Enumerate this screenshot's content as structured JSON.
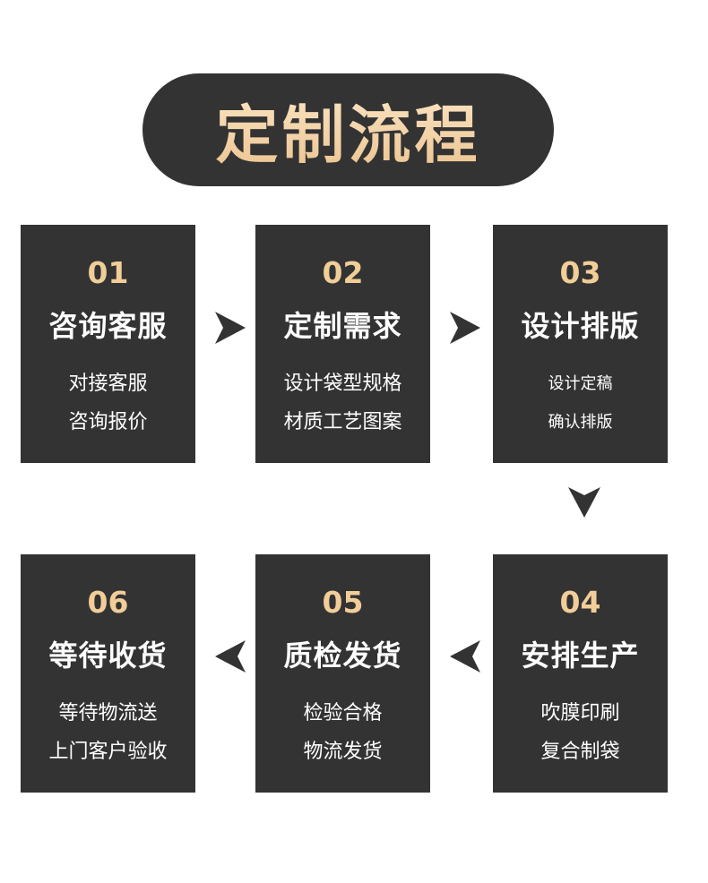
{
  "title": "定制流程",
  "steps": [
    {
      "num": "01",
      "heading": "咨询客服",
      "line1": "对接客服",
      "line2": "咨询报价"
    },
    {
      "num": "02",
      "heading": "定制需求",
      "line1": "设计袋型规格",
      "line2": "材质工艺图案"
    },
    {
      "num": "03",
      "heading": "设计排版",
      "line1": "设计定稿",
      "line2": "确认排版"
    },
    {
      "num": "04",
      "heading": "安排生产",
      "line1": "吹膜印刷",
      "line2": "复合制袋"
    },
    {
      "num": "05",
      "heading": "质检发货",
      "line1": "检验合格",
      "line2": "物流发货"
    },
    {
      "num": "06",
      "heading": "等待收货",
      "line1": "等待物流送",
      "line2": "上门客户验收"
    }
  ],
  "colors": {
    "card_bg": "#333333",
    "accent_gold": "#f1cd98",
    "text": "#ffffff"
  }
}
